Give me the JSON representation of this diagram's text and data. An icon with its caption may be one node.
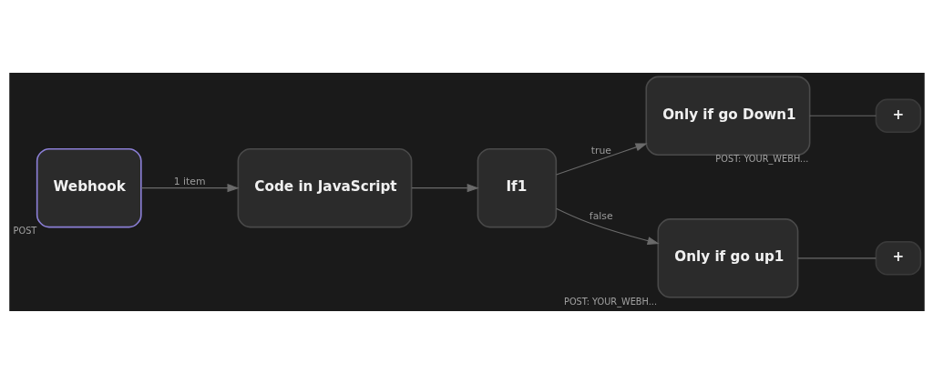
{
  "diagram": {
    "nodes": [
      {
        "text": [
          "Webhook"
        ],
        "beside": [
          "POST"
        ]
      },
      {
        "text": [
          "Code in JavaScript"
        ]
      },
      {
        "text": [
          "If1"
        ]
      },
      {
        "text": [
          "Only if go Down1"
        ],
        "beside": [
          "POST: YOUR_WEBH..."
        ]
      },
      {
        "text": [
          "+"
        ]
      },
      {
        "text": [
          "Only if go up1"
        ],
        "beside": [
          "POST: YOUR_WEBH..."
        ]
      },
      {
        "text": [
          "+"
        ]
      }
    ],
    "edges": [
      {
        "from": 0,
        "to": 1,
        "arrow": "to",
        "label": "1 item"
      },
      {
        "from": 1,
        "to": 2,
        "arrow": "to"
      },
      {
        "from": 2,
        "to": 3,
        "arrow": "to",
        "label": "true"
      },
      {
        "from": 2,
        "to": 5,
        "arrow": "to",
        "label": "false"
      },
      {
        "from": 3,
        "to": 4,
        "arrow": "none"
      },
      {
        "from": 5,
        "to": 6,
        "arrow": "none"
      }
    ]
  }
}
